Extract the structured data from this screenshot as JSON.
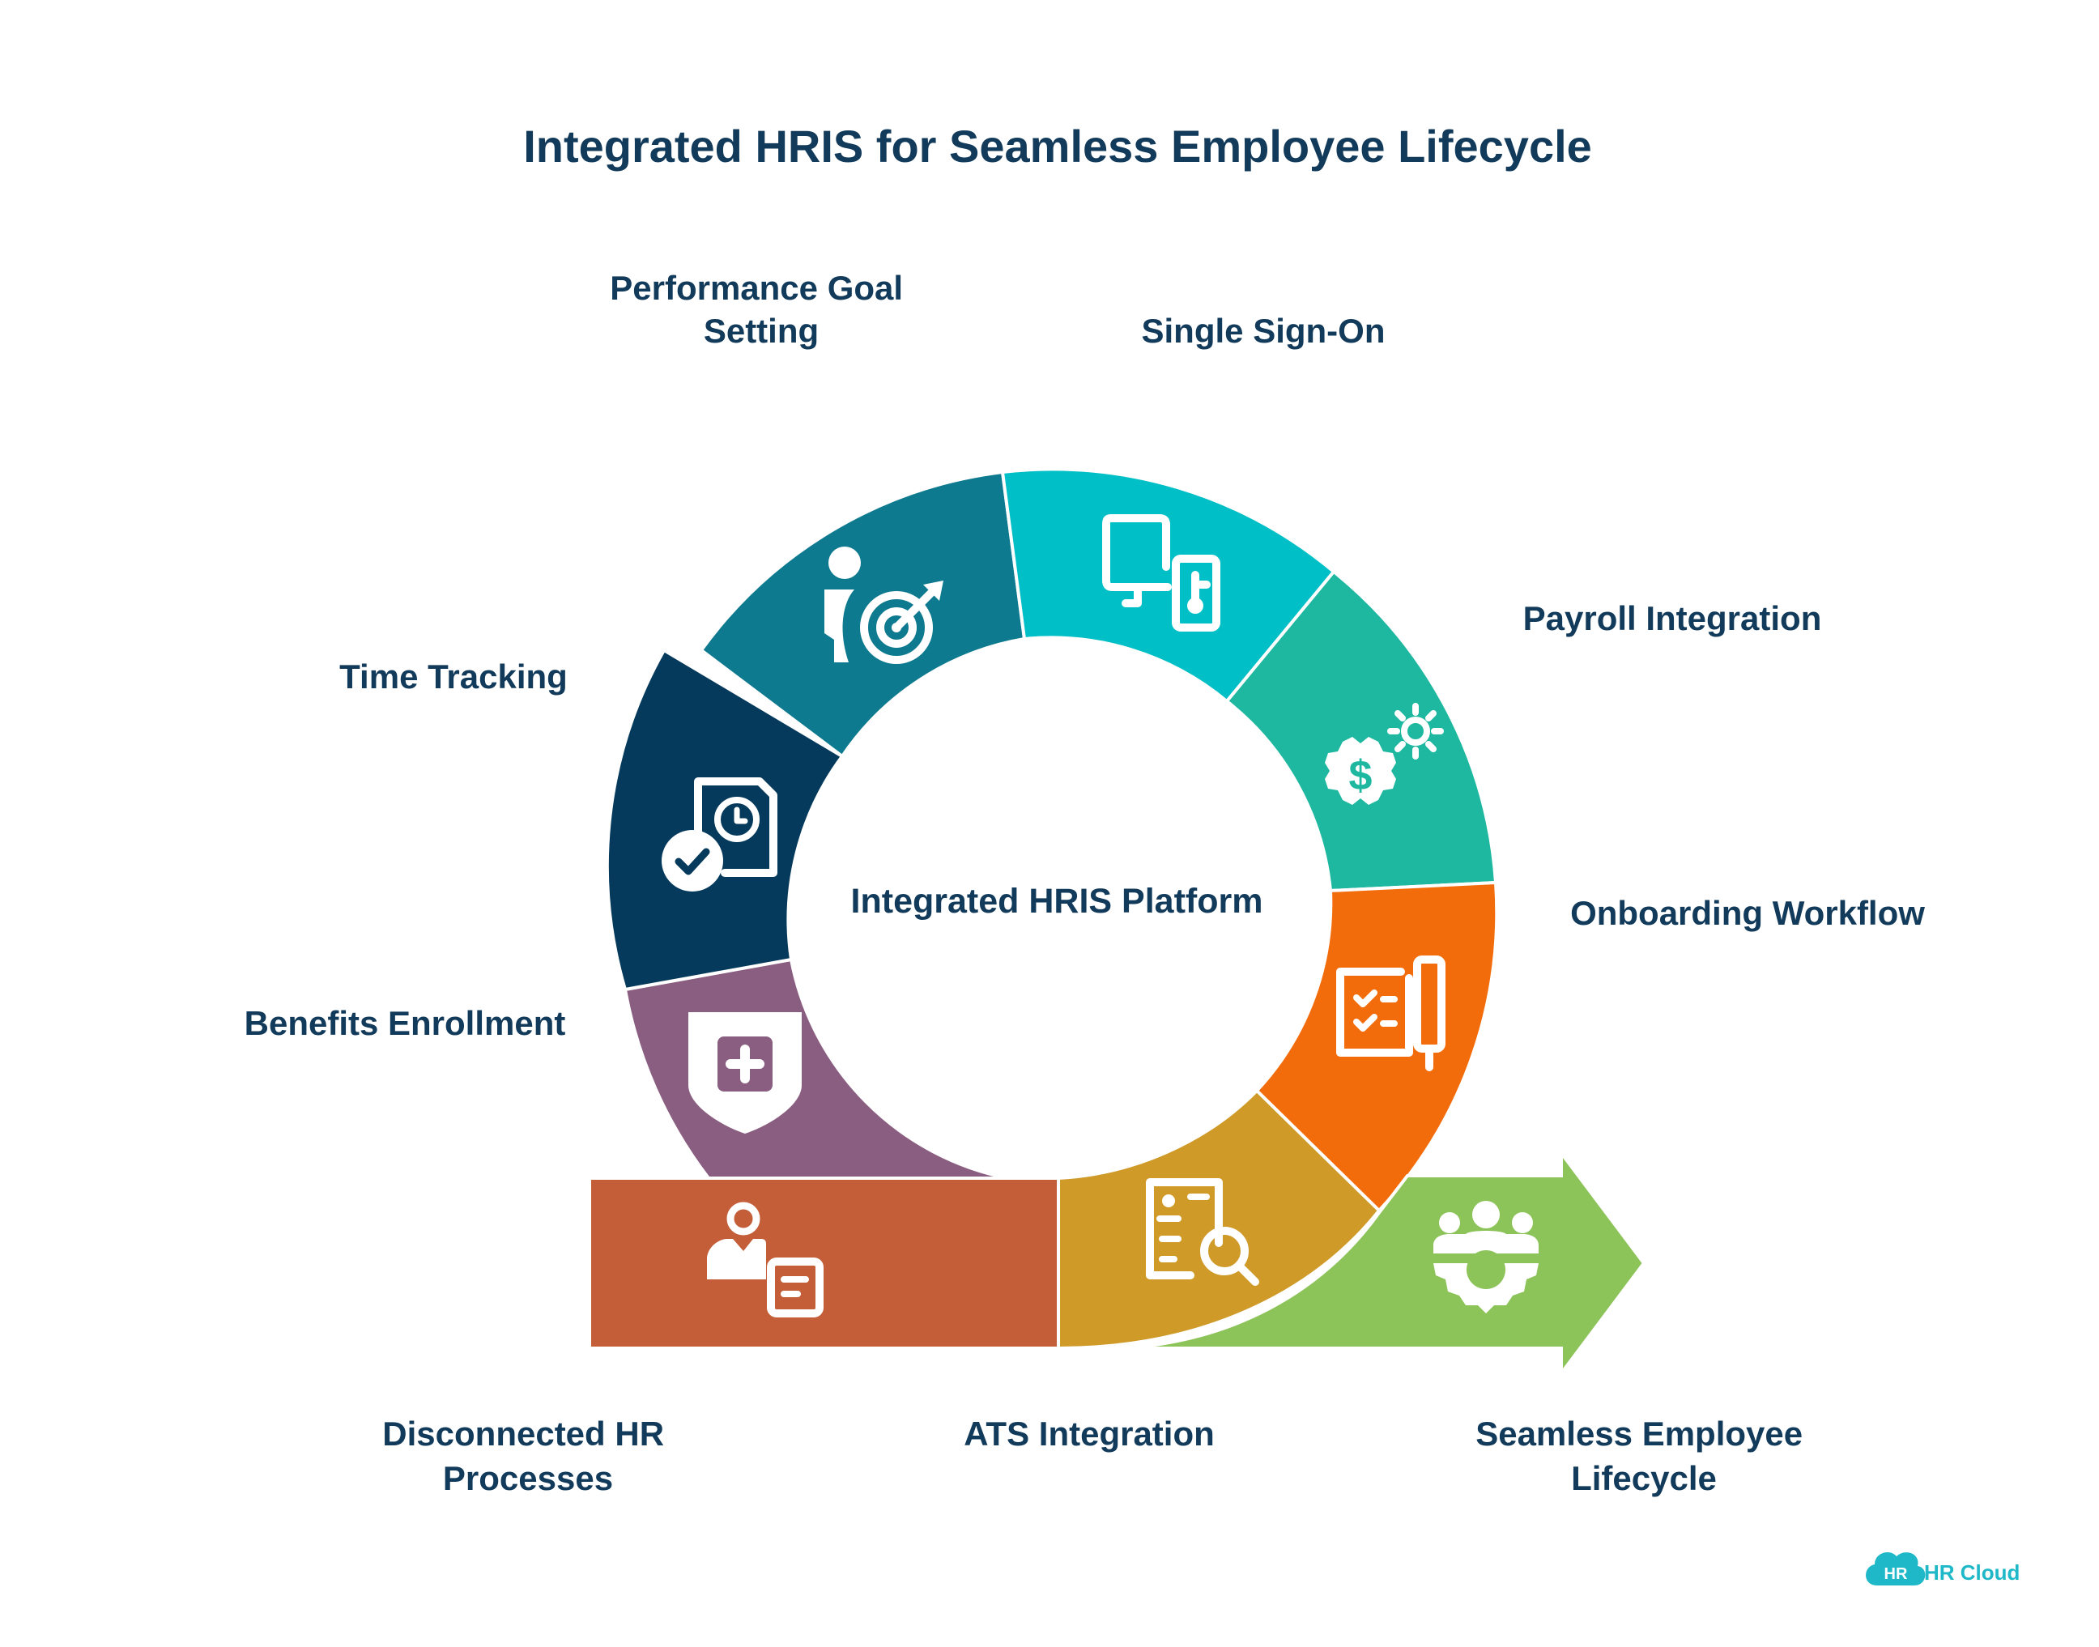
{
  "title": "Integrated HRIS for Seamless Employee Lifecycle",
  "center_label": "Integrated HRIS Platform",
  "stages": [
    {
      "id": "performance",
      "label_lines": [
        "Performance Goal",
        "Setting"
      ],
      "color": "#0e7a8f",
      "icon": "target-person-icon"
    },
    {
      "id": "sso",
      "label_lines": [
        "Single Sign-On"
      ],
      "color": "#00bfc6",
      "icon": "monitor-key-icon"
    },
    {
      "id": "payroll",
      "label_lines": [
        "Payroll Integration"
      ],
      "color": "#1db89f",
      "icon": "dollar-gear-icon"
    },
    {
      "id": "onboarding",
      "label_lines": [
        "Onboarding Workflow"
      ],
      "color": "#f36c0b",
      "icon": "checklist-pen-icon"
    },
    {
      "id": "ats",
      "label_lines": [
        "ATS Integration"
      ],
      "color": "#cf9a28",
      "icon": "resume-search-icon"
    },
    {
      "id": "time",
      "label_lines": [
        "Time Tracking"
      ],
      "color": "#053a5c",
      "icon": "timesheet-check-icon"
    },
    {
      "id": "benefits",
      "label_lines": [
        "Benefits Enrollment"
      ],
      "color": "#8a5e80",
      "icon": "shield-plus-icon"
    },
    {
      "id": "disconnected",
      "label_lines": [
        "Disconnected HR",
        "Processes"
      ],
      "color": "#c45e38",
      "icon": "person-document-icon"
    },
    {
      "id": "seamless",
      "label_lines": [
        "Seamless Employee",
        "Lifecycle"
      ],
      "color": "#8cc45a",
      "icon": "team-gear-icon"
    }
  ],
  "brand": {
    "badge": "HR",
    "name": "HR Cloud",
    "color": "#1fb8c8"
  }
}
